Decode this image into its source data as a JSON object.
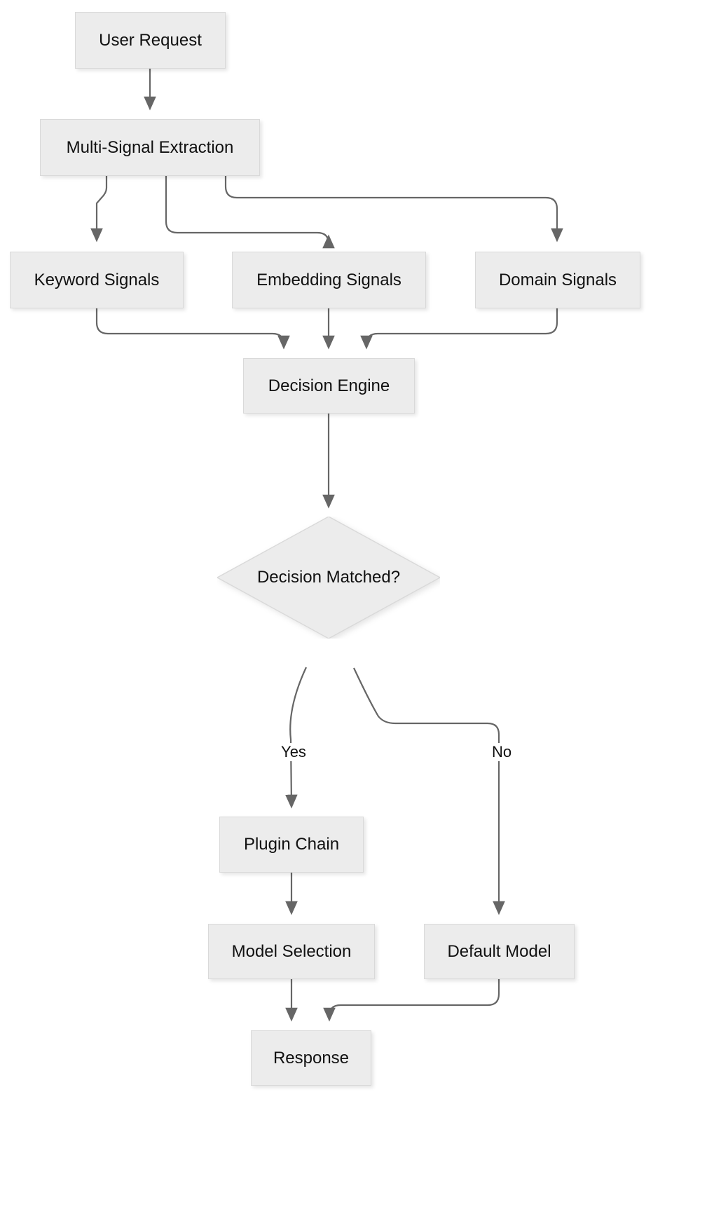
{
  "diagram": {
    "type": "flowchart",
    "direction": "top-to-bottom",
    "title": "",
    "background_color": "#ffffff",
    "node_fill_color": "#ececec",
    "node_border_color": "#d9d9d9",
    "edge_color": "#555555",
    "text_color": "#111111",
    "nodes": [
      {
        "id": "user_request",
        "label": "User Request",
        "shape": "rectangle"
      },
      {
        "id": "multi_signal",
        "label": "Multi-Signal Extraction",
        "shape": "rectangle"
      },
      {
        "id": "keyword_signals",
        "label": "Keyword Signals",
        "shape": "rectangle"
      },
      {
        "id": "embedding_signals",
        "label": "Embedding Signals",
        "shape": "rectangle"
      },
      {
        "id": "domain_signals",
        "label": "Domain Signals",
        "shape": "rectangle"
      },
      {
        "id": "decision_engine",
        "label": "Decision Engine",
        "shape": "rectangle"
      },
      {
        "id": "decision_matched",
        "label": "Decision Matched?",
        "shape": "diamond"
      },
      {
        "id": "plugin_chain",
        "label": "Plugin Chain",
        "shape": "rectangle"
      },
      {
        "id": "model_selection",
        "label": "Model Selection",
        "shape": "rectangle"
      },
      {
        "id": "default_model",
        "label": "Default Model",
        "shape": "rectangle"
      },
      {
        "id": "response",
        "label": "Response",
        "shape": "rectangle"
      }
    ],
    "edges": [
      {
        "from": "user_request",
        "to": "multi_signal",
        "label": ""
      },
      {
        "from": "multi_signal",
        "to": "keyword_signals",
        "label": ""
      },
      {
        "from": "multi_signal",
        "to": "embedding_signals",
        "label": ""
      },
      {
        "from": "multi_signal",
        "to": "domain_signals",
        "label": ""
      },
      {
        "from": "keyword_signals",
        "to": "decision_engine",
        "label": ""
      },
      {
        "from": "embedding_signals",
        "to": "decision_engine",
        "label": ""
      },
      {
        "from": "domain_signals",
        "to": "decision_engine",
        "label": ""
      },
      {
        "from": "decision_engine",
        "to": "decision_matched",
        "label": ""
      },
      {
        "from": "decision_matched",
        "to": "plugin_chain",
        "label": "Yes"
      },
      {
        "from": "decision_matched",
        "to": "default_model",
        "label": "No"
      },
      {
        "from": "plugin_chain",
        "to": "model_selection",
        "label": ""
      },
      {
        "from": "model_selection",
        "to": "response",
        "label": ""
      },
      {
        "from": "default_model",
        "to": "response",
        "label": ""
      }
    ],
    "edge_labels": {
      "yes": "Yes",
      "no": "No"
    }
  }
}
